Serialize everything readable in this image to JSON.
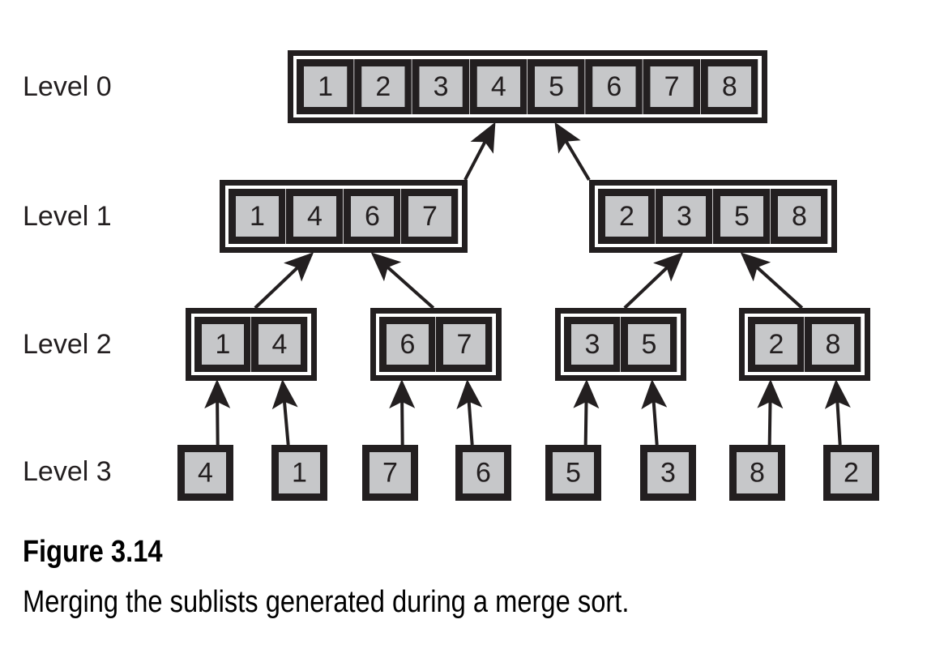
{
  "diagram": {
    "type": "merge-sort-merge-tree",
    "colors": {
      "ink": "#231f20",
      "cell_fill": "#c6c7c9",
      "background": "#ffffff"
    },
    "levels": [
      {
        "label": "Level 0",
        "lists": [
          [
            1,
            2,
            3,
            4,
            5,
            6,
            7,
            8
          ]
        ]
      },
      {
        "label": "Level 1",
        "lists": [
          [
            1,
            4,
            6,
            7
          ],
          [
            2,
            3,
            5,
            8
          ]
        ]
      },
      {
        "label": "Level 2",
        "lists": [
          [
            1,
            4
          ],
          [
            6,
            7
          ],
          [
            3,
            5
          ],
          [
            2,
            8
          ]
        ]
      },
      {
        "label": "Level 3",
        "lists": [
          [
            4
          ],
          [
            1
          ],
          [
            7
          ],
          [
            6
          ],
          [
            5
          ],
          [
            3
          ],
          [
            8
          ],
          [
            2
          ]
        ]
      }
    ],
    "edges": [
      {
        "from": [
          1,
          0
        ],
        "to": [
          0,
          0
        ]
      },
      {
        "from": [
          1,
          1
        ],
        "to": [
          0,
          0
        ]
      },
      {
        "from": [
          2,
          0
        ],
        "to": [
          1,
          0
        ]
      },
      {
        "from": [
          2,
          1
        ],
        "to": [
          1,
          0
        ]
      },
      {
        "from": [
          2,
          2
        ],
        "to": [
          1,
          1
        ]
      },
      {
        "from": [
          2,
          3
        ],
        "to": [
          1,
          1
        ]
      },
      {
        "from": [
          3,
          0
        ],
        "to": [
          2,
          0
        ]
      },
      {
        "from": [
          3,
          1
        ],
        "to": [
          2,
          0
        ]
      },
      {
        "from": [
          3,
          2
        ],
        "to": [
          2,
          1
        ]
      },
      {
        "from": [
          3,
          3
        ],
        "to": [
          2,
          1
        ]
      },
      {
        "from": [
          3,
          4
        ],
        "to": [
          2,
          2
        ]
      },
      {
        "from": [
          3,
          5
        ],
        "to": [
          2,
          2
        ]
      },
      {
        "from": [
          3,
          6
        ],
        "to": [
          2,
          3
        ]
      },
      {
        "from": [
          3,
          7
        ],
        "to": [
          2,
          3
        ]
      }
    ]
  },
  "caption": {
    "title": "Figure 3.14",
    "text": "Merging the sublists generated during a merge sort."
  }
}
